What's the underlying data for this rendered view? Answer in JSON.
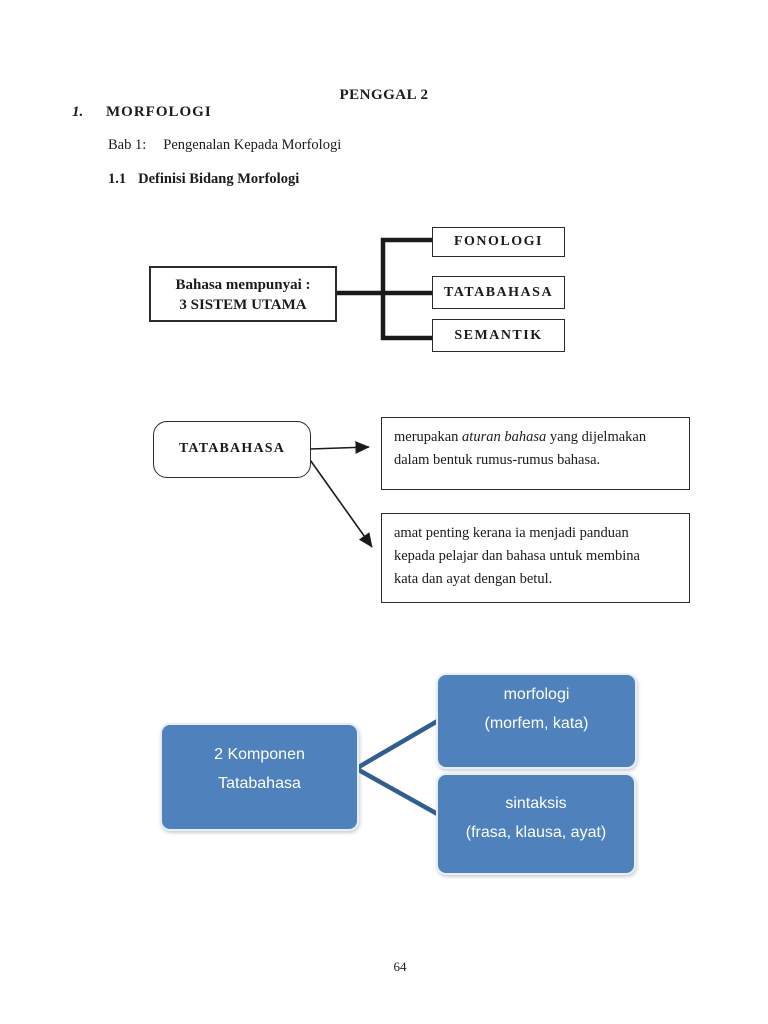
{
  "header": {
    "title": "PENGGAL 2",
    "section_number": "1.",
    "section_title": "MORFOLOGI",
    "chapter_label": "Bab 1:",
    "chapter_title": "Pengenalan Kepada Morfologi",
    "subsection_number": "1.1",
    "subsection_title": "Definisi Bidang Morfologi"
  },
  "diagram_language_systems": {
    "root_line1": "Bahasa mempunyai :",
    "root_line2": "3 SISTEM UTAMA",
    "branches": [
      "FONOLOGI",
      "TATABAHASA",
      "SEMANTIK"
    ]
  },
  "diagram_tatabahasa": {
    "root": "TATABAHASA",
    "note1": {
      "line1_pre": "merupakan ",
      "line1_italic": "aturan bahasa",
      "line1_post": " yang dijelmakan",
      "line2": "dalam bentuk rumus-rumus bahasa."
    },
    "note2": {
      "lines": [
        "amat penting kerana ia menjadi panduan",
        "kepada pelajar dan bahasa untuk membina",
        "kata dan ayat dengan betul."
      ]
    }
  },
  "diagram_components": {
    "root_line1": "2 Komponen",
    "root_line2": "Tatabahasa",
    "nodes": [
      {
        "title": "morfologi",
        "subtitle": "(morfem, kata)"
      },
      {
        "title": "sintaksis",
        "subtitle": "(frasa, klausa, ayat)"
      }
    ],
    "colors": {
      "fill": "#4f81bd",
      "connector": "#315e8e",
      "edge": "#e7eef8"
    }
  },
  "footer": {
    "page_number": "64"
  }
}
